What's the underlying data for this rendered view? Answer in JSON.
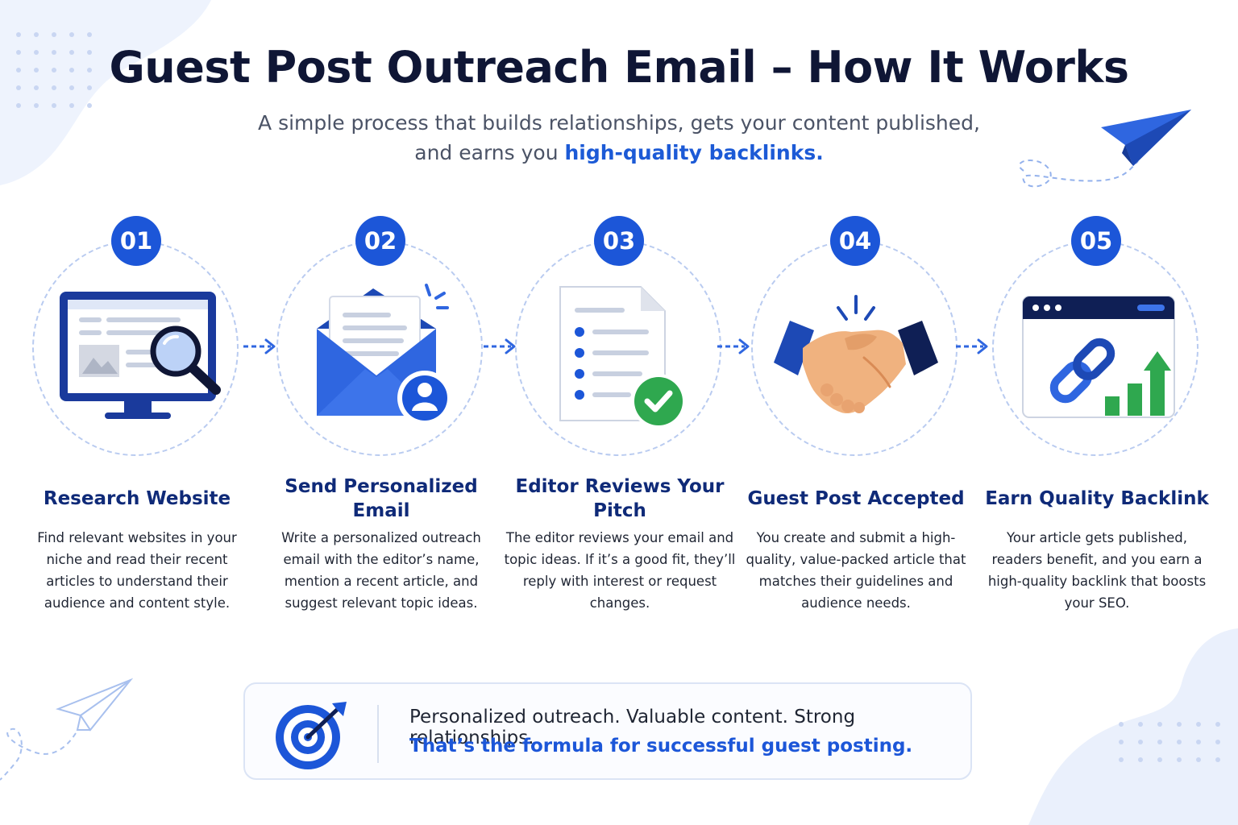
{
  "header": {
    "title": "Guest Post Outreach Email – How It Works",
    "subtitle_line1": "A simple process that builds relationships, gets your content published,",
    "subtitle_line2_prefix": "and earns you ",
    "subtitle_line2_highlight": "high-quality backlinks."
  },
  "steps": [
    {
      "number": "01",
      "title": "Research Website",
      "description": "Find relevant websites in your niche and read their recent articles to understand their audience and content style.",
      "icon": "monitor-search-icon"
    },
    {
      "number": "02",
      "title": "Send Personalized Email",
      "description": "Write a personalized outreach email with the editor’s name, mention a recent article, and suggest relevant topic ideas.",
      "icon": "envelope-user-icon"
    },
    {
      "number": "03",
      "title": "Editor Reviews Your Pitch",
      "description": "The editor reviews your email and topic ideas. If it’s a good fit, they’ll reply with interest or request changes.",
      "icon": "document-check-icon"
    },
    {
      "number": "04",
      "title": "Guest Post Accepted",
      "description": "You create and submit a high-quality, value-packed article that matches their guidelines and audience needs.",
      "icon": "handshake-icon"
    },
    {
      "number": "05",
      "title": "Earn Quality Backlink",
      "description": "Your article gets published, readers benefit, and you earn a high-quality backlink that boosts your SEO.",
      "icon": "link-growth-icon"
    }
  ],
  "callout": {
    "line1": "Personalized outreach. Valuable content. Strong relationships.",
    "line2": "That’s the formula for successful guest posting.",
    "icon": "target-icon"
  },
  "colors": {
    "accent": "#1c56d8",
    "title": "#0f1635",
    "step_title": "#0f2a78",
    "success": "#2fa84f"
  }
}
